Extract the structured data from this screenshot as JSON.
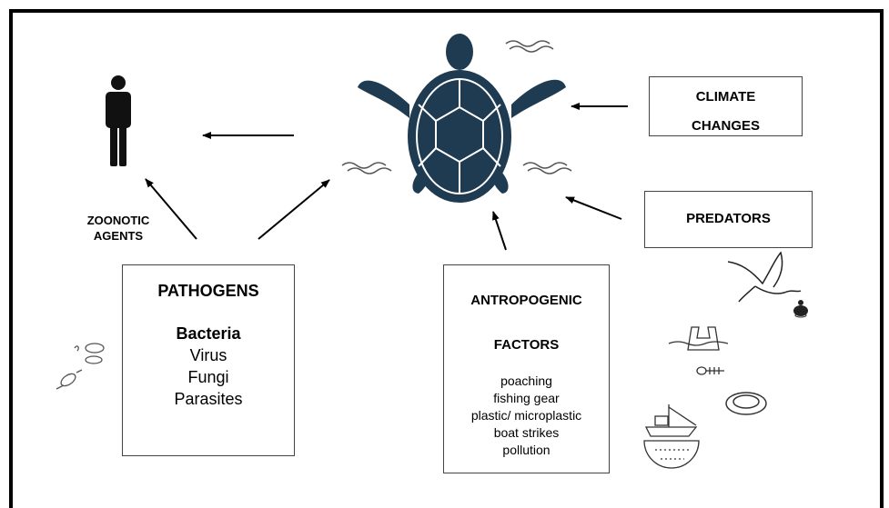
{
  "boxes": {
    "climate": [
      "CLIMATE",
      "CHANGES"
    ],
    "predators": "PREDATORS",
    "pathogens": {
      "title": "PATHOGENS",
      "items": [
        "Bacteria",
        "Virus",
        "Fungi",
        "Parasites"
      ]
    },
    "antropogenic": {
      "title": [
        "ANTROPOGENIC",
        "FACTORS"
      ],
      "items": [
        "poaching",
        "fishing gear",
        "plastic/ microplastic",
        "boat strikes",
        "pollution"
      ]
    }
  },
  "labels": {
    "zoonotic": [
      "ZOONOTIC",
      "AGENTS"
    ]
  },
  "icons": [
    "turtle-icon",
    "human-icon",
    "wave-icon",
    "seagull-icon",
    "hatchling-icon",
    "microbe-icon",
    "plastic-bag-icon",
    "fish-bone-icon",
    "fishing-boat-icon",
    "fishing-net-icon",
    "rope-coil-icon"
  ],
  "colors": {
    "turtle": "#1f3b52",
    "line": "#000000"
  }
}
